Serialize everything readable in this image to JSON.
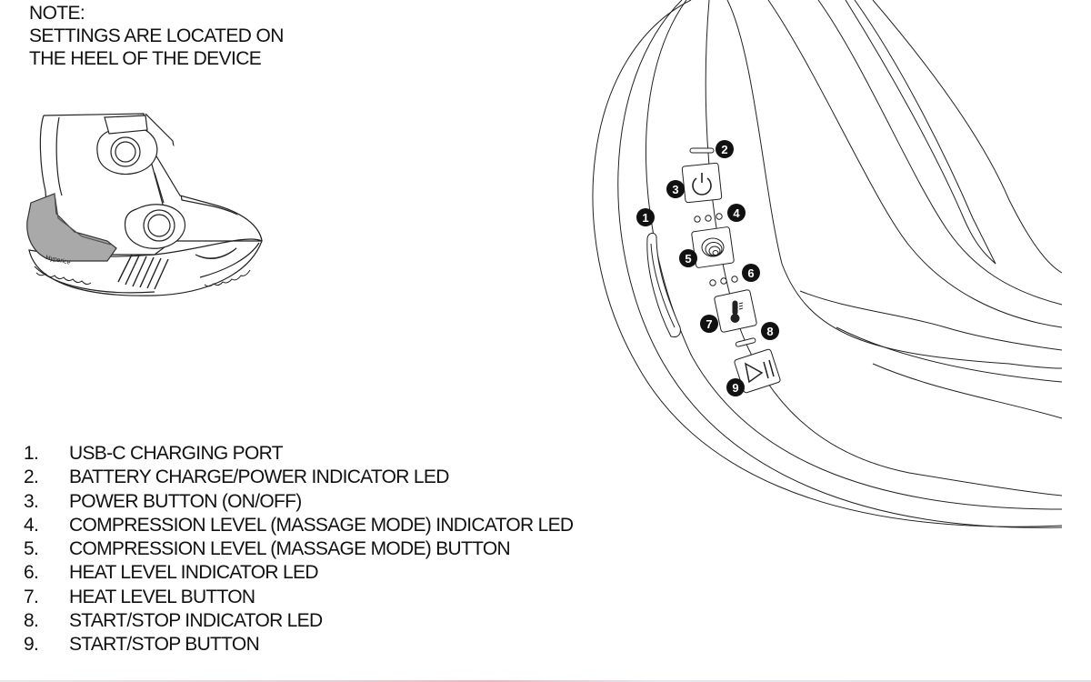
{
  "note": {
    "heading": "NOTE:",
    "line1": "SETTINGS ARE LOCATED ON",
    "line2": "THE HEEL OF THE DEVICE"
  },
  "shoe": {
    "brand": "Hyperice"
  },
  "callouts": [
    "1",
    "2",
    "3",
    "4",
    "5",
    "6",
    "7",
    "8",
    "9"
  ],
  "legend": [
    {
      "num": "1.",
      "label": "USB-C CHARGING PORT"
    },
    {
      "num": "2.",
      "label": "BATTERY CHARGE/POWER INDICATOR LED"
    },
    {
      "num": "3.",
      "label": "POWER BUTTON (ON/OFF)"
    },
    {
      "num": "4.",
      "label": "COMPRESSION LEVEL (MASSAGE MODE) INDICATOR LED"
    },
    {
      "num": "5.",
      "label": "COMPRESSION LEVEL (MASSAGE MODE) BUTTON"
    },
    {
      "num": "6.",
      "label": "HEAT LEVEL INDICATOR LED"
    },
    {
      "num": "7.",
      "label": "HEAT LEVEL BUTTON"
    },
    {
      "num": "8.",
      "label": "START/STOP INDICATOR LED"
    },
    {
      "num": "9.",
      "label": "START/STOP BUTTON"
    }
  ],
  "colors": {
    "ink": "#111111",
    "heel_gray": "#a9a9a9"
  }
}
